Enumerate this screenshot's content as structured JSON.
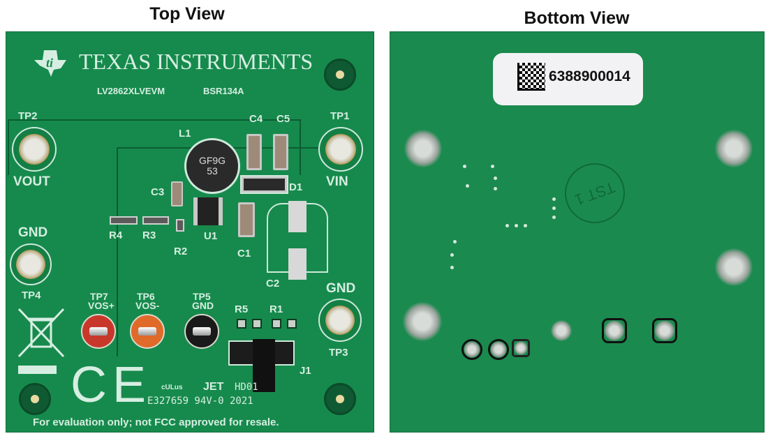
{
  "titles": {
    "top": "Top View",
    "bottom": "Bottom View"
  },
  "top_board": {
    "brand": "Texas Instruments",
    "model": "LV2862XLVEVM",
    "board_id": "BSR134A",
    "labels": {
      "tp2": "TP2",
      "vout": "VOUT",
      "tp1": "TP1",
      "vin": "VIN",
      "l1": "L1",
      "inductor_mark1": "GF9G",
      "inductor_mark2": "53",
      "c4": "C4",
      "c5": "C5",
      "d1": "D1",
      "c3": "C3",
      "u1": "U1",
      "c1": "C1",
      "r4": "R4",
      "r3": "R3",
      "r2": "R2",
      "c2": "C2",
      "gnd_left": "GND",
      "tp4": "TP4",
      "tp7": "TP7",
      "vos_plus": "VOS+",
      "tp6": "TP6",
      "vos_minus": "VOS-",
      "tp5": "TP5",
      "gnd_tp5": "GND",
      "r5": "R5",
      "r1": "R1",
      "j1": "J1",
      "gnd_right": "GND",
      "tp3": "TP3",
      "ce": "CE",
      "ul": "cULus",
      "jet": "JET",
      "hd01": "HD01",
      "cert_line": "E327659 94V-0 2021",
      "footer": "For evaluation only; not FCC approved for resale."
    },
    "colors": {
      "board": "#168a4c",
      "silk": "#d6eee2",
      "tp7": "#c8382a",
      "tp6": "#e06a2a",
      "tp5": "#1a1a1a"
    }
  },
  "bottom_board": {
    "serial": "6388900014",
    "stamp": "TST 1"
  }
}
